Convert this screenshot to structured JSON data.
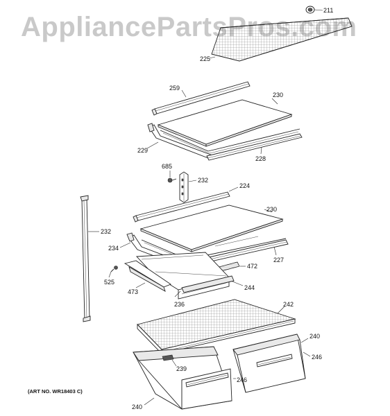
{
  "watermark": "AppliancePartsPros.com",
  "art_number": "(ART NO. WR18403 C)",
  "callouts": {
    "c211": "211",
    "c225": "225",
    "c259": "259",
    "c230a": "230",
    "c229": "229",
    "c228": "228",
    "c685": "685",
    "c232a": "232",
    "c224": "224",
    "c230b": "230",
    "c232b": "232",
    "c234": "234",
    "c227": "227",
    "c472": "472",
    "c525": "525",
    "c473": "473",
    "c244": "244",
    "c236": "236",
    "c242": "242",
    "c240a": "240",
    "c246a": "246",
    "c239": "239",
    "c246b": "246",
    "c240b": "240"
  }
}
